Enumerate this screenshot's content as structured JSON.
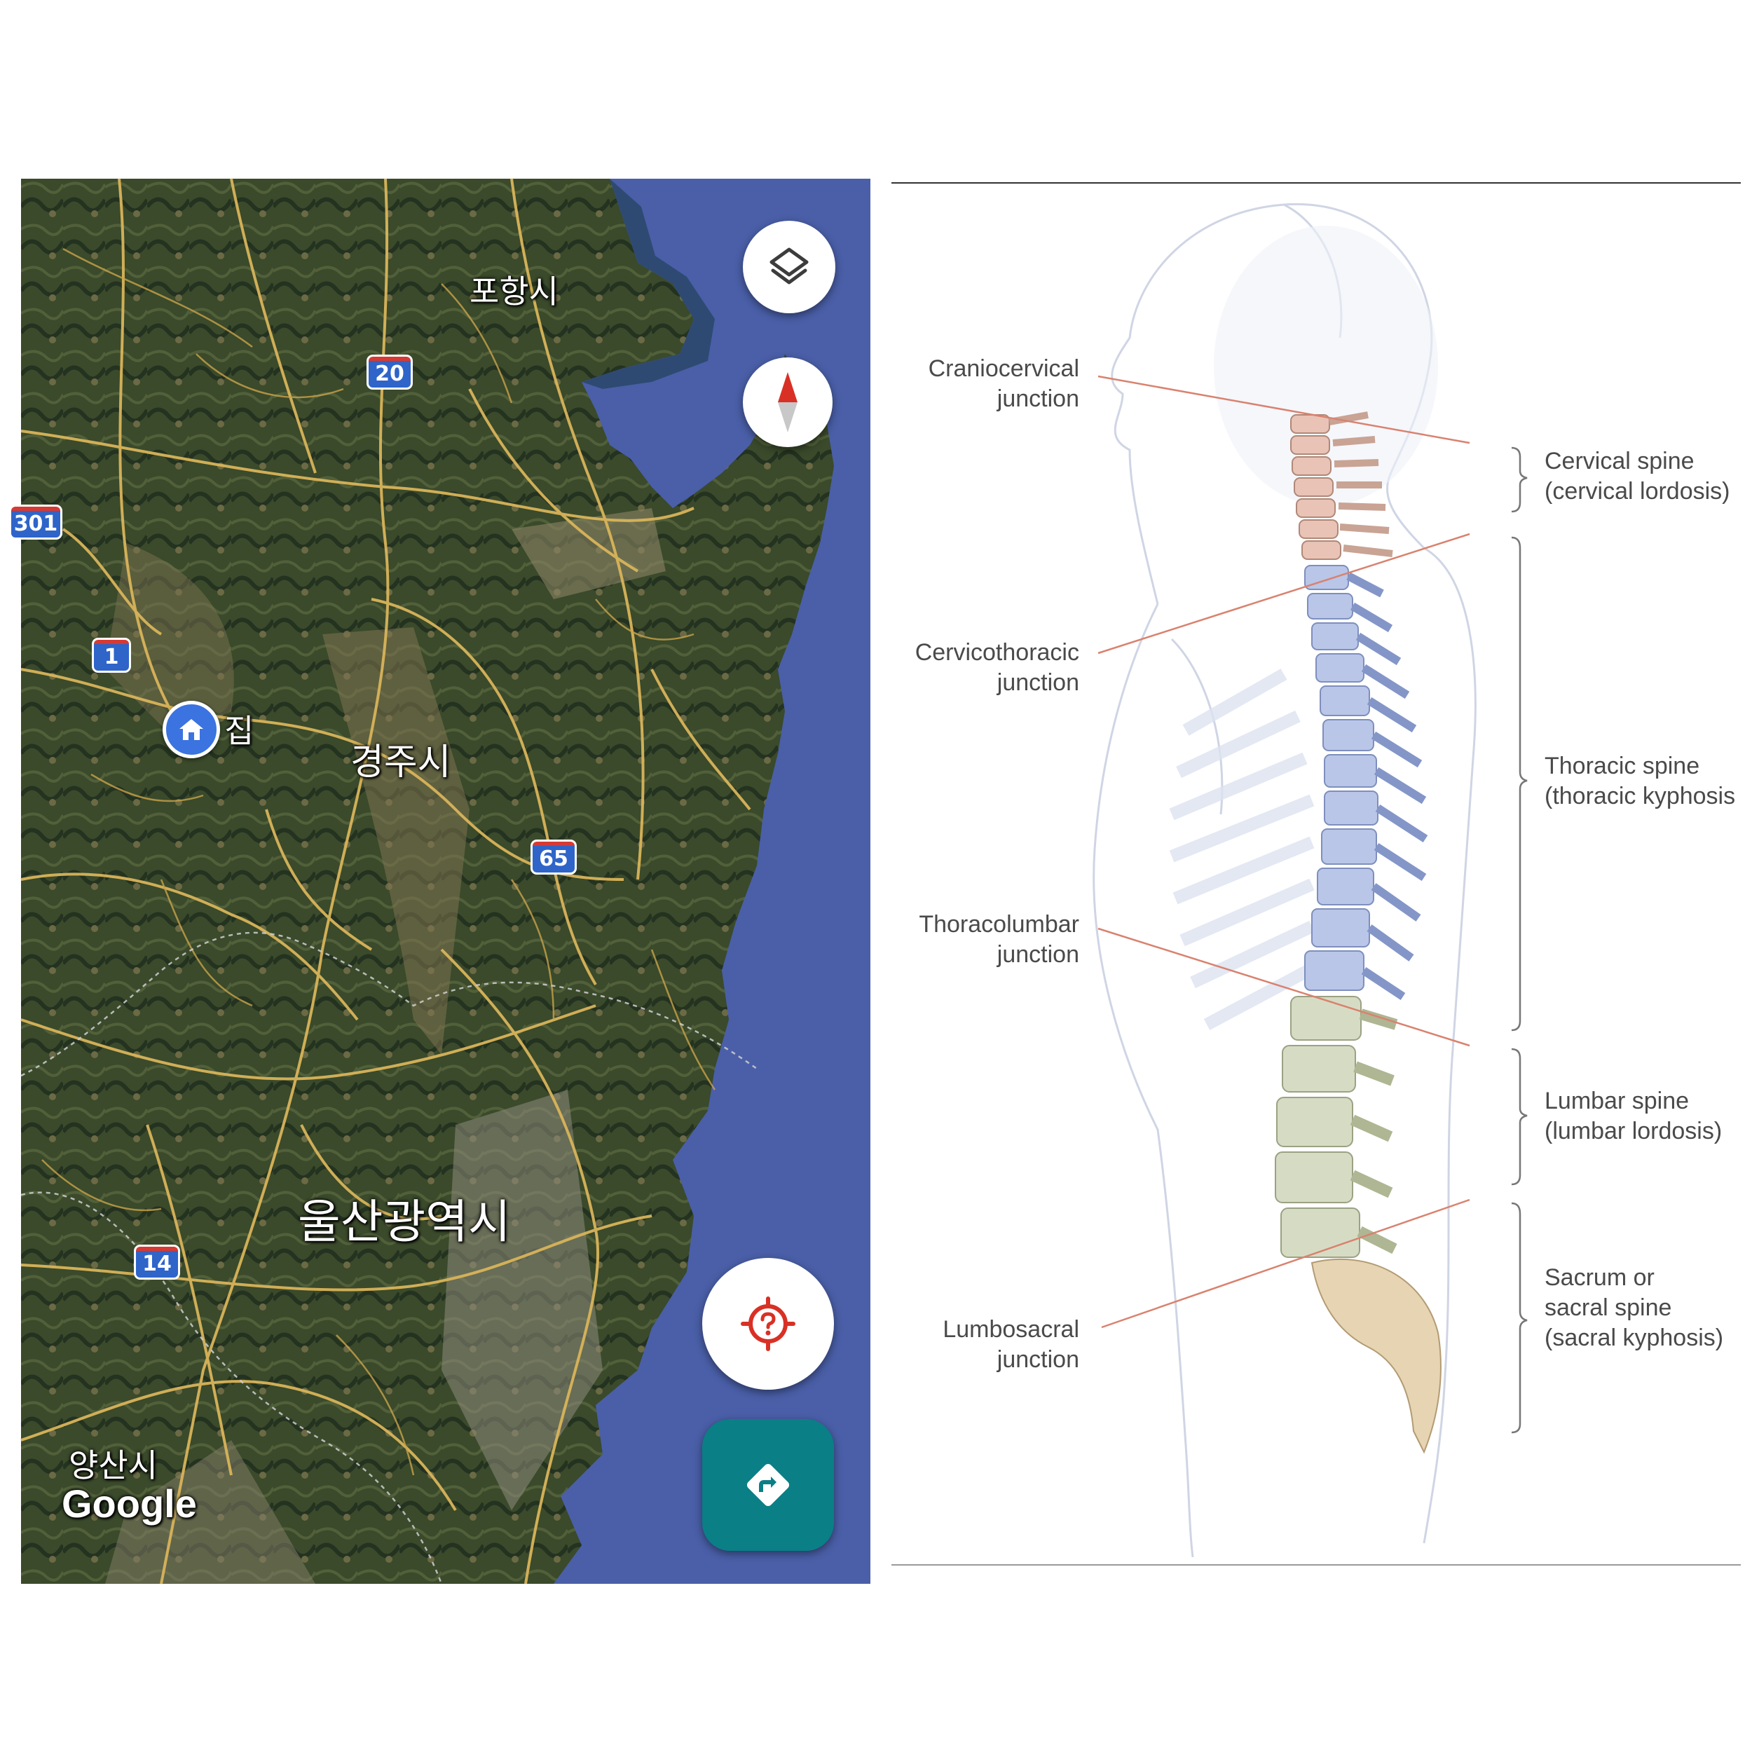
{
  "map": {
    "places": {
      "pohang": "포항시",
      "gyeongju": "경주시",
      "ulsan": "울산광역시",
      "yangsan": "양산시",
      "home": "집"
    },
    "route_shields": [
      "20",
      "301",
      "1",
      "65",
      "14"
    ],
    "watermark": "Google",
    "icons": {
      "layers": "layers-icon",
      "compass": "compass-icon",
      "location": "location-unknown-icon",
      "directions": "directions-icon",
      "home": "home-icon"
    },
    "colors": {
      "sea": "#4a5fa8",
      "land": "#3d4a2c",
      "road": "#d9b45a",
      "directions_button": "#0b7f86",
      "location_icon": "#d93025",
      "home_pin": "#3b73e0"
    }
  },
  "spine_figure": {
    "left_labels": [
      [
        "Craniocervical",
        "junction"
      ],
      [
        "Cervicothoracic",
        "junction"
      ],
      [
        "Thoracolumbar",
        "junction"
      ],
      [
        "Lumbosacral",
        "junction"
      ]
    ],
    "right_labels": [
      [
        "Cervical spine",
        "(cervical lordosis)"
      ],
      [
        "Thoracic spine",
        "(thoracic kyphosis"
      ],
      [
        "Lumbar spine",
        "(lumbar lordosis)"
      ],
      [
        "Sacrum or",
        "sacral spine",
        "(sacral kyphosis)"
      ]
    ],
    "colors": {
      "cervical": "#e8c3b6",
      "thoracic": "#b9c6e8",
      "lumbar": "#d6dcc4",
      "sacral": "#e6d4b3",
      "lines": "#d9826f"
    }
  }
}
